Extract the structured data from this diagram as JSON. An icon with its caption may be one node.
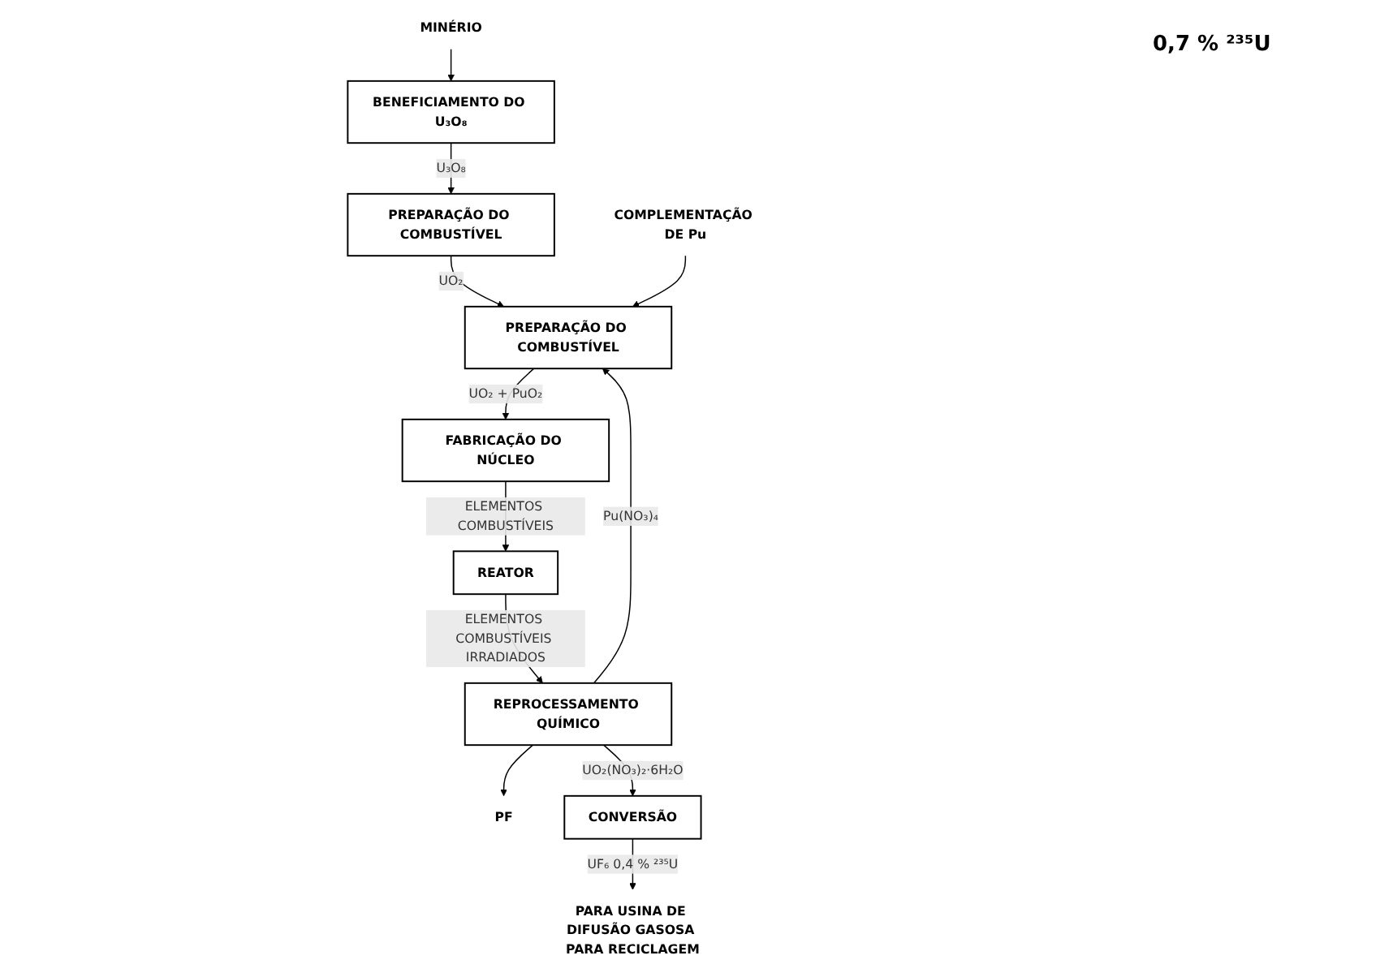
{
  "diagram": {
    "nodes": [
      {
        "text": [
          "MINÉRIO"
        ]
      },
      {
        "text": [
          "BENEFICIAMENTO DO U₃O₈"
        ]
      },
      {
        "text": [
          "PREPARAÇÃO DO COMBUSTÍVEL"
        ]
      },
      {
        "text": [
          "PREPARAÇÃO DO COMBUSTÍVEL"
        ]
      },
      {
        "text": [
          "FABRICAÇÃO DO NÚCLEO"
        ]
      },
      {
        "text": [
          "REATOR"
        ]
      },
      {
        "text": [
          "REPROCESSAMENTO QUÍMICO"
        ]
      },
      {
        "text": [
          "PF"
        ]
      },
      {
        "text": [
          "CONVERSÃO"
        ]
      },
      {
        "text": [
          "COMPLEMENTAÇÃO DE Pu"
        ]
      },
      {
        "text": [
          "PARA USINA DE DIFUSÃO GASOSA PARA RECICLAGEM"
        ]
      }
    ],
    "edges": [
      {
        "from": 0,
        "to": 1,
        "arrow": "to"
      },
      {
        "from": 1,
        "to": 2,
        "label": "U₃O₈",
        "arrow": "to"
      },
      {
        "from": 2,
        "to": 3,
        "label": "UO₂",
        "arrow": "to"
      },
      {
        "from": 3,
        "to": 4,
        "label": "UO₂ + PuO₂",
        "arrow": "to"
      },
      {
        "from": 4,
        "to": 5,
        "label": "ELEMENTOS COMBUSTÍVEIS",
        "arrow": "to"
      },
      {
        "from": 5,
        "to": 6,
        "label": "ELEMENTOS COMBUSTÍVEIS IRRADIADOS",
        "arrow": "to"
      },
      {
        "from": 6,
        "to": 7,
        "arrow": "to"
      },
      {
        "from": 6,
        "to": 3,
        "label": "Pu(NO₃)₄",
        "arrow": "to"
      },
      {
        "from": 9,
        "to": 3,
        "arrow": "to"
      },
      {
        "from": 6,
        "to": 8,
        "label": "UO₂(NO₃)₂·6H₂O",
        "arrow": "to"
      },
      {
        "from": 8,
        "to": 10,
        "label": "UF₆ 0,4 % ²³⁵U",
        "arrow": "to"
      }
    ],
    "labels": [
      "0,7 % ²³⁵U"
    ]
  }
}
